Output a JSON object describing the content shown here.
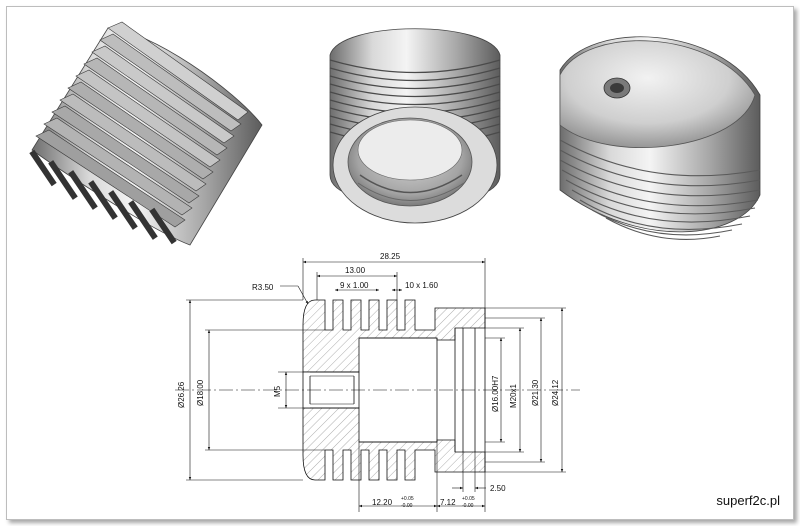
{
  "brand": "superf2c.pl",
  "dimensions": {
    "overall_length": "28.25",
    "fin_zone": "13.00",
    "fin_pitch": "9 x 1.00",
    "slot": "10 x 1.60",
    "radius": "R3.50",
    "thread_small": "M5",
    "dia_outer_left": "Ø26.26",
    "dia_inner_left": "Ø18.00",
    "dia_bore": "Ø16.00H7",
    "thread_large": "M20x1",
    "dia_groove": "Ø21.30",
    "dia_outer_right": "Ø24.12",
    "recess": "2.50",
    "len_a": "12.20",
    "len_a_tol_plus": "+0.05",
    "len_a_tol_minus": "-0.00",
    "len_b": "7.12",
    "len_b_tol_plus": "+0.05",
    "len_b_tol_minus": "-0.00"
  }
}
